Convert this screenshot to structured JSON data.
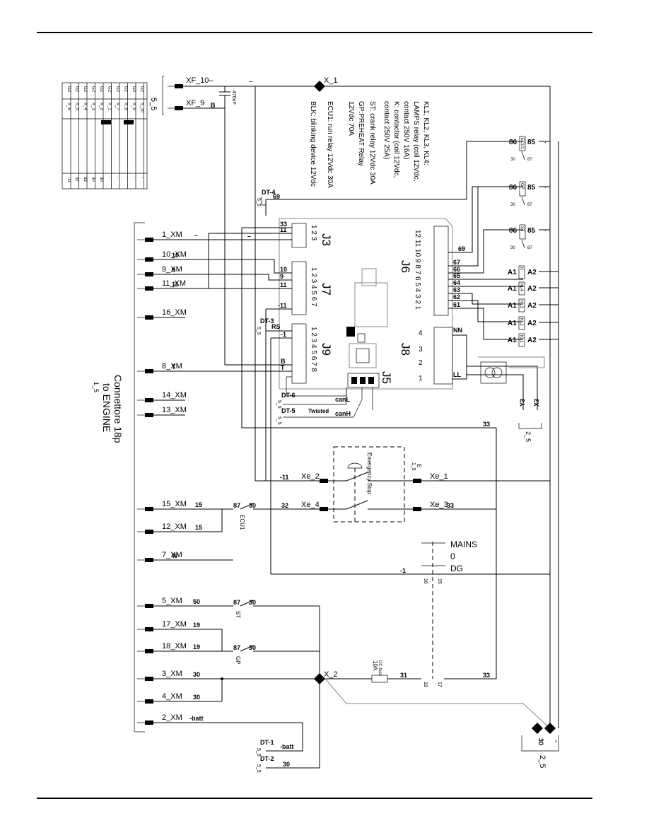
{
  "notes": [
    "KL1, KL2, KL3, KL4:",
    "LAMPS relay (coil 12Vdc,",
    "contact 250V 16A)",
    "K: contactor (coil 12Vdc,",
    "contact 250V 25A)",
    "ST: crank relay  12Vdc 30A",
    "GP:PREHEAT Relay",
    "12Vdc 70A",
    "ECU1: run relay 12Vdc 30A",
    "BLK: blinking device 12Vdc"
  ],
  "connector_title": [
    "Connettore 18p",
    "to ENGINE"
  ],
  "connector_sub": "1_5",
  "xm_pins": [
    {
      "pin": "1_XM",
      "wire": "–"
    },
    {
      "pin": "10_XM",
      "wire": "10"
    },
    {
      "pin": "9_XM",
      "wire": "9"
    },
    {
      "pin": "11_XM",
      "wire": "11"
    },
    {
      "pin": "16_XM",
      "wire": ""
    },
    {
      "pin": "8_XM",
      "wire": "T"
    },
    {
      "pin": "14_XM",
      "wire": ""
    },
    {
      "pin": "13_XM",
      "wire": ""
    },
    {
      "pin": "15_XM",
      "wire": "15"
    },
    {
      "pin": "12_XM",
      "wire": "15"
    },
    {
      "pin": "7_XM",
      "wire": "W"
    },
    {
      "pin": "5_XM",
      "wire": "50"
    },
    {
      "pin": "17_XM",
      "wire": "19"
    },
    {
      "pin": "18_XM",
      "wire": "19"
    },
    {
      "pin": "3_XM",
      "wire": "30"
    },
    {
      "pin": "4_XM",
      "wire": "30"
    },
    {
      "pin": "2_XM",
      "wire": "-batt"
    }
  ],
  "top_labels": {
    "xf10": "XF_10–",
    "xf9": "XF_9",
    "xf9_wire": "B",
    "x1": "X_1",
    "x1_wire": "–",
    "cap": "470uF",
    "conn55": "5_5"
  },
  "ecu_header": [
    "J3",
    "J7",
    "J9",
    "J6",
    "J8",
    "J5"
  ],
  "j3": {
    "pins": "1 2 3",
    "wires": [
      "33",
      "11",
      "–"
    ]
  },
  "j7": {
    "pins": "1 2 3 4 5 6 7",
    "wires": [
      "10",
      "9",
      "11",
      "-11"
    ]
  },
  "j9": {
    "pins": "1 2 3 4 5 6 7 8",
    "wires": [
      "RS",
      "-1",
      "B",
      "T"
    ]
  },
  "j6": {
    "pins": "12 11 10 9 8 7 6 5 4 3 2 1",
    "wires": [
      "69",
      "67",
      "66",
      "65",
      "64",
      "63",
      "62",
      "61"
    ]
  },
  "j8": {
    "pins": [
      "4",
      "3",
      "2",
      "1"
    ],
    "wires": [
      "NN",
      "LL"
    ]
  },
  "dt": [
    {
      "name": "DT-4",
      "sub": "5_5",
      "wire": "69"
    },
    {
      "name": "DT-3",
      "sub": "5_5",
      "wire": "RS"
    },
    {
      "name": "DT-6",
      "sub": "5_5",
      "wire": "canL"
    },
    {
      "name": "DT-5",
      "sub": "5_5",
      "wire": "canH",
      "note": "Twisted"
    },
    {
      "name": "DT-1",
      "sub": "5_5",
      "wire": "-batt"
    },
    {
      "name": "DT-2",
      "sub": "5_5",
      "wire": "30"
    }
  ],
  "relays": [
    {
      "name": "ECU1",
      "a": "86",
      "b": "85",
      "c": "30",
      "d": "87"
    },
    {
      "name": "GP",
      "a": "86",
      "b": "85",
      "c": "30",
      "d": "87"
    },
    {
      "name": "ST",
      "a": "86",
      "b": "85",
      "c": "30",
      "d": "87"
    }
  ],
  "lamps": [
    {
      "name": "K",
      "a": "A1",
      "b": "A2"
    },
    {
      "name": "KL4",
      "a": "A1",
      "b": "A2"
    },
    {
      "name": "KL3",
      "a": "A1",
      "b": "A2"
    },
    {
      "name": "KL2",
      "a": "A1",
      "b": "A2"
    },
    {
      "name": "KL1",
      "a": "A1",
      "b": "A2"
    }
  ],
  "y3x3": [
    "Y3",
    "X3"
  ],
  "conn25": "2_5",
  "estop": {
    "title": "Emergency Stop",
    "e": "E",
    "e_sub": "1_5",
    "xe1": "Xe_1",
    "xe2": "Xe_2",
    "xe3": "Xe_3",
    "xe4": "Xe_4",
    "w11": "-11",
    "w32": "32",
    "w33": "33"
  },
  "ecu_contact": {
    "a": "87",
    "b": "30",
    "name": "ECU1"
  },
  "st_contact": {
    "a": "87",
    "b": "30",
    "name": "ST"
  },
  "gp_contact": {
    "a": "87",
    "b": "30",
    "name": "GP"
  },
  "switch": {
    "mains": "MAINS",
    "zero": "0",
    "dg": "DG",
    "p16": "16",
    "p15": "15",
    "p18": "18",
    "p17": "17"
  },
  "fuse": {
    "label": "DC fuse",
    "value": "10A"
  },
  "x2": "X_2",
  "wires": {
    "w31": "31",
    "w33a": "33",
    "w33b": "33",
    "w_1": "-1",
    "w30": "30",
    "w30b": "30",
    "w_dash": "–"
  },
  "left_table": {
    "col1": [
      "G2",
      "G2",
      "G2",
      "G2",
      "G2",
      "G2",
      "G2",
      "G2",
      "G2",
      "G2"
    ],
    "col2": [
      "X_6",
      "X_5",
      "X_4",
      "X_3",
      "X_2",
      "X_1",
      "X_7",
      "X_8",
      "X_9",
      "X_10"
    ],
    "col4": [
      "-11",
      "32",
      "33",
      "30",
      "30",
      "-",
      "-",
      "-",
      "-",
      "-"
    ]
  }
}
